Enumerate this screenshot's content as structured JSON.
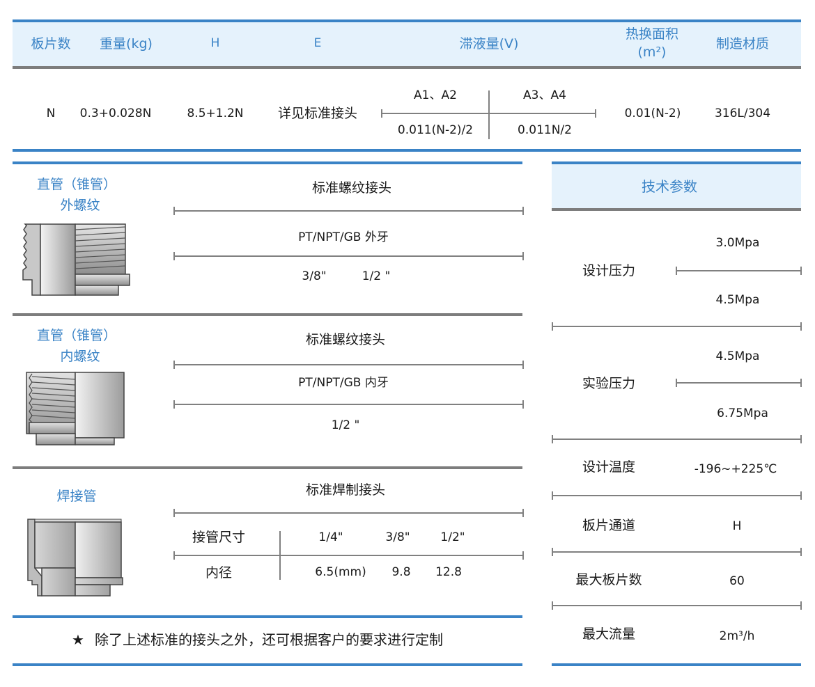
{
  "colors": {
    "accent_blue": "#3a83c6",
    "header_bg": "#e5f2fc",
    "rule_gray": "#7d7d7d",
    "line_gray": "#808080"
  },
  "spec_table": {
    "headers": [
      "板片数",
      "重量(kg)",
      "H",
      "E",
      "滞液量(V)",
      "热换面积",
      "(m²)",
      "制造材质"
    ],
    "row": {
      "plates": "N",
      "weight": "0.3+0.028N",
      "h": "8.5+1.2N",
      "e": "详见标准接头",
      "holdup": {
        "a12_label": "A1、A2",
        "a34_label": "A3、A4",
        "a12_value": "0.011(N-2)/2",
        "a34_value": "0.011N/2"
      },
      "area": "0.01(N-2)",
      "material": "316L/304"
    }
  },
  "connections": [
    {
      "category_line1": "直管（锥管）",
      "category_line2": "外螺纹",
      "icon": "external-thread-fitting",
      "title": "标准螺纹接头",
      "spec": "PT/NPT/GB  外牙",
      "sizes": [
        "3/8\"",
        "1/2 \""
      ]
    },
    {
      "category_line1": "直管（锥管）",
      "category_line2": "内螺纹",
      "icon": "internal-thread-fitting",
      "title": "标准螺纹接头",
      "spec": "PT/NPT/GB  内牙",
      "sizes": [
        "1/2 \""
      ]
    },
    {
      "category_line1": "焊接管",
      "icon": "weld-pipe-fitting",
      "title": "标准焊制接头",
      "row1_label": "接管尺寸",
      "row1_values": [
        "1/4\"",
        "3/8\"",
        "1/2\""
      ],
      "row2_label": "内径",
      "row2_values": [
        "6.5(mm)",
        "9.8",
        "12.8"
      ]
    }
  ],
  "note": {
    "star": "★",
    "text": "除了上述标准的接头之外，还可根据客户的要求进行定制"
  },
  "tech_params": {
    "title": "技术参数",
    "items": [
      {
        "label": "设计压力",
        "values": [
          "3.0Mpa",
          "4.5Mpa"
        ]
      },
      {
        "label": "实验压力",
        "values": [
          "4.5Mpa",
          "6.75Mpa"
        ]
      },
      {
        "label": "设计温度",
        "value": "-196~+225℃"
      },
      {
        "label": "板片通道",
        "value": "H"
      },
      {
        "label": "最大板片数",
        "value": "60"
      },
      {
        "label": "最大流量",
        "value": "2m³/h"
      }
    ]
  }
}
